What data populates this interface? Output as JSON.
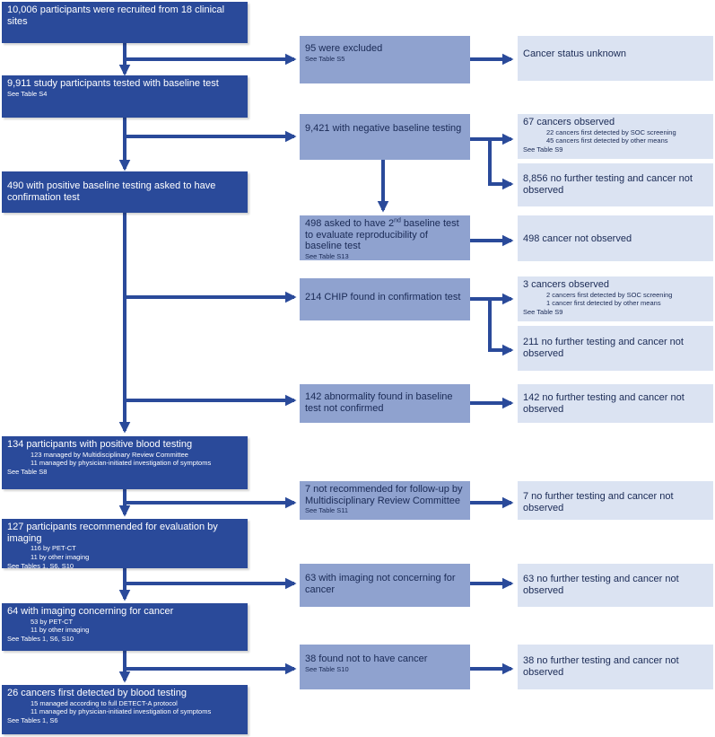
{
  "colors": {
    "dark": "#2a4a9a",
    "mid": "#8fa2cf",
    "light": "#dbe3f2",
    "arrow": "#2a4a9a"
  },
  "left": [
    {
      "title": "10,006 participants were recruited from 18 clinical sites",
      "subs": [],
      "ref": ""
    },
    {
      "title": "9,911 study participants tested with baseline test",
      "subs": [],
      "ref": "See Table S4"
    },
    {
      "title": "490 with positive baseline testing asked to have confirmation test",
      "subs": [],
      "ref": ""
    },
    {
      "title": "134 participants with positive blood testing",
      "subs": [
        "123 managed by Multidisciplinary Review Committee",
        "11 managed by physician-initiated investigation of symptoms"
      ],
      "ref": "See Table S8"
    },
    {
      "title": "127 participants recommended for evaluation by imaging",
      "subs": [
        "116 by PET-CT",
        "11 by other imaging"
      ],
      "ref": "See Tables 1, S6, S10"
    },
    {
      "title": "64 with imaging concerning for cancer",
      "subs": [
        "53 by PET-CT",
        "11 by other imaging"
      ],
      "ref": "See Tables 1, S6, S10"
    },
    {
      "title": "26 cancers first detected by blood testing",
      "subs": [
        "15 managed according to full DETECT-A protocol",
        "11 managed by physician-initiated investigation of symptoms"
      ],
      "ref": "See Tables 1, S6"
    }
  ],
  "middle": [
    {
      "title": "95 were excluded",
      "ref": "See Table S5"
    },
    {
      "title": "9,421 with negative baseline testing",
      "ref": ""
    },
    {
      "title_pre": "498 asked to have 2",
      "title_sup": "nd",
      "title_post": " baseline test to evaluate reproducibility of baseline test",
      "ref": "See Table S13"
    },
    {
      "title": "214 CHIP found in confirmation test",
      "ref": ""
    },
    {
      "title": "142 abnormality found in baseline test not confirmed",
      "ref": ""
    },
    {
      "title": "7 not recommended for follow-up by Multidisciplinary Review Committee",
      "ref": "See Table S11"
    },
    {
      "title": "63 with imaging not concerning for cancer",
      "ref": ""
    },
    {
      "title": "38 found not to have cancer",
      "ref": "See Table S10"
    }
  ],
  "right": [
    {
      "title": "Cancer status unknown",
      "subs": [],
      "ref": ""
    },
    {
      "title": "67 cancers observed",
      "subs": [
        "22 cancers first detected by SOC screening",
        "45 cancers first detected by other means"
      ],
      "ref": "See Table S9"
    },
    {
      "title": "8,856 no further testing and cancer not observed",
      "subs": [],
      "ref": ""
    },
    {
      "title": "498 cancer not observed",
      "subs": [],
      "ref": ""
    },
    {
      "title": "3 cancers observed",
      "subs": [
        "2 cancers first detected by SOC screening",
        "1 cancer first detected by other means"
      ],
      "ref": "See Table S9"
    },
    {
      "title": "211 no further testing and cancer not observed",
      "subs": [],
      "ref": ""
    },
    {
      "title": "142 no further testing and cancer not observed",
      "subs": [],
      "ref": ""
    },
    {
      "title": "7 no further testing and cancer not observed",
      "subs": [],
      "ref": ""
    },
    {
      "title": "63 no further testing and cancer not observed",
      "subs": [],
      "ref": ""
    },
    {
      "title": "38 no further testing and cancer not observed",
      "subs": [],
      "ref": ""
    }
  ]
}
